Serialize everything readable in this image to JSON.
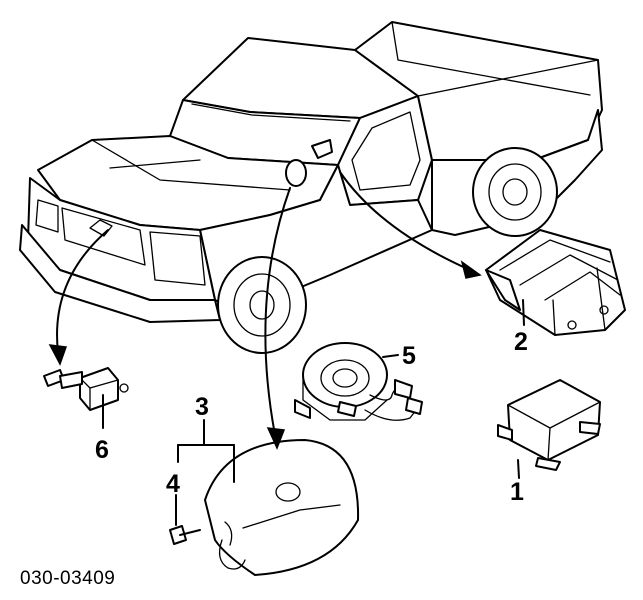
{
  "diagram": {
    "callouts": [
      "1",
      "2",
      "3",
      "4",
      "5",
      "6"
    ],
    "reference_code": "030-03409"
  }
}
